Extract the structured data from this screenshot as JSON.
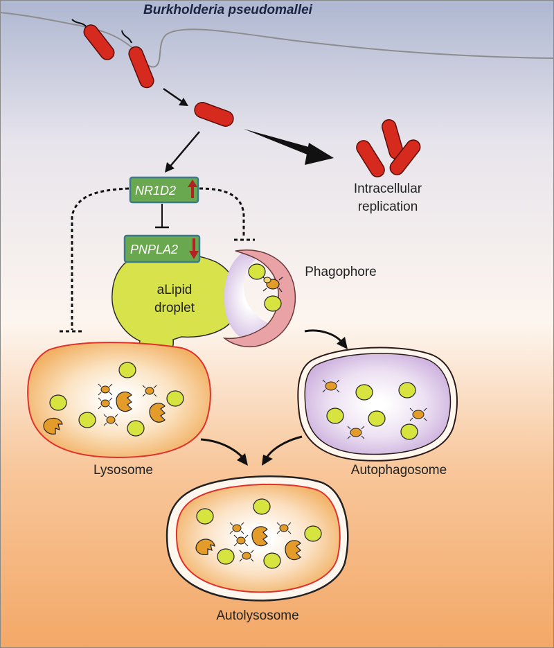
{
  "title": "Burkholderia pseudomallei",
  "labels": {
    "replication_line1": "Intracellular",
    "replication_line2": "replication",
    "phagophore": "Phagophore",
    "lysosome": "Lysosome",
    "autophagosome": "Autophagosome",
    "autolysosome": "Autolysosome",
    "lipid_line1": "aLipid",
    "lipid_line2": "droplet"
  },
  "genes": {
    "nr1d2": {
      "name": "NR1D2",
      "direction": "up"
    },
    "pnpla2": {
      "name": "PNPLA2",
      "direction": "down"
    }
  },
  "colors": {
    "bg_top": "#b4bcd4",
    "bg_mid": "#fbf2ea",
    "bg_bottom": "#f4ad70",
    "bacterium": "#d62a1f",
    "gene_box": "#6aa84f",
    "gene_box_border": "#3d7a8a",
    "arrow_up_down": "#b22222",
    "lipid": "#d8e24a",
    "lysosome_border": "#e0312b",
    "lysosome_fill": "#f6c27a",
    "autophagosome_fill": "#d9c4e6",
    "phagophore": "#e9a3a6",
    "cargo": "#d7e33e",
    "pill": "#e39b2a"
  }
}
